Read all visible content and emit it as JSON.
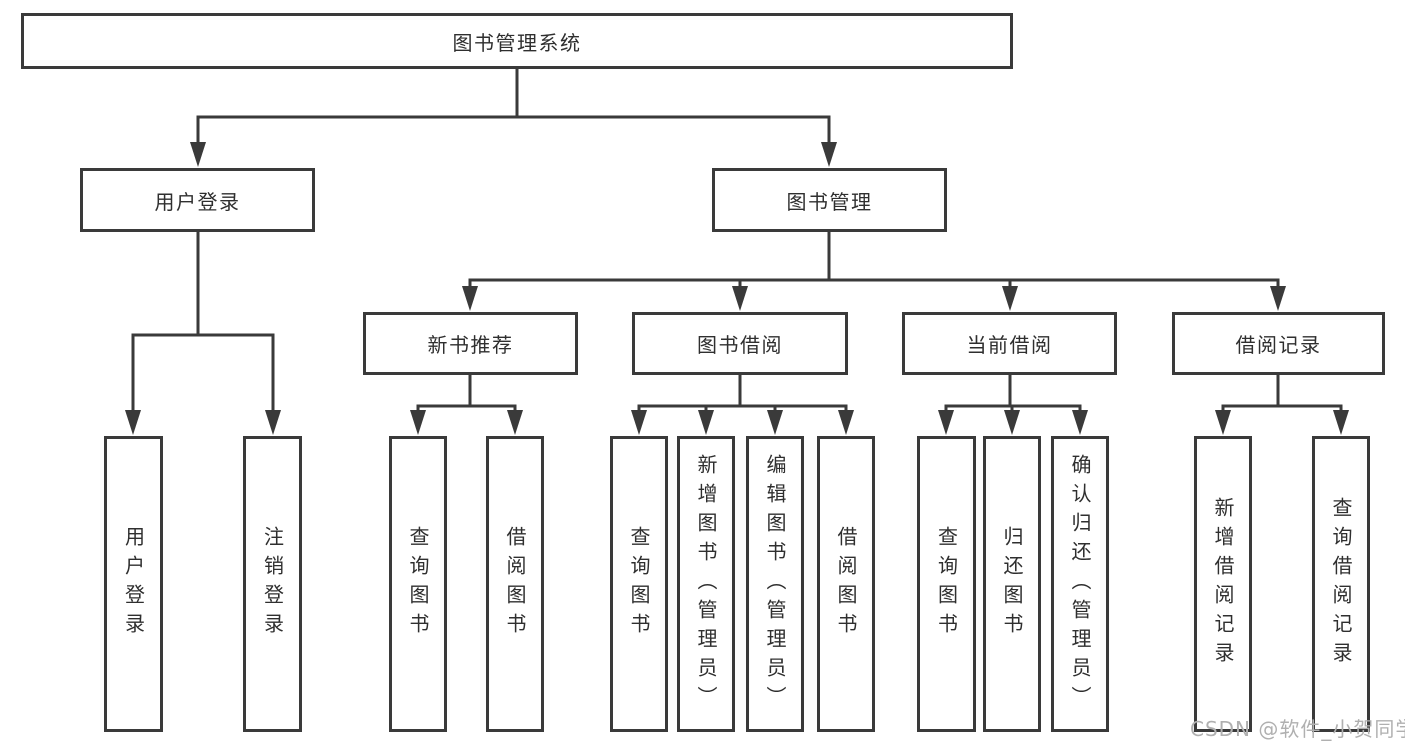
{
  "diagram": {
    "type": "hierarchy-tree",
    "root": {
      "label": "图书管理系统"
    },
    "level2": [
      {
        "label": "用户登录",
        "children": [
          {
            "label": "用户登录"
          },
          {
            "label": "注销登录"
          }
        ]
      },
      {
        "label": "图书管理"
      }
    ],
    "level3": [
      {
        "label": "新书推荐",
        "children": [
          {
            "label": "查询图书"
          },
          {
            "label": "借阅图书"
          }
        ]
      },
      {
        "label": "图书借阅",
        "children": [
          {
            "label": "查询图书"
          },
          {
            "label": "新增图书（管理员）"
          },
          {
            "label": "编辑图书（管理员）"
          },
          {
            "label": "借阅图书"
          }
        ]
      },
      {
        "label": "当前借阅",
        "children": [
          {
            "label": "查询图书"
          },
          {
            "label": "归还图书"
          },
          {
            "label": "确认归还（管理员）"
          }
        ]
      },
      {
        "label": "借阅记录",
        "children": [
          {
            "label": "新增借阅记录"
          },
          {
            "label": "查询借阅记录"
          }
        ]
      }
    ],
    "colors": {
      "line": "#3a3a3a",
      "box_border": "#3a3a3a",
      "box_fill": "#ffffff",
      "text": "#2f2f2f"
    }
  },
  "watermark": {
    "text": "CSDN @软件_小贺同学",
    "color": "#b0b0b0"
  }
}
